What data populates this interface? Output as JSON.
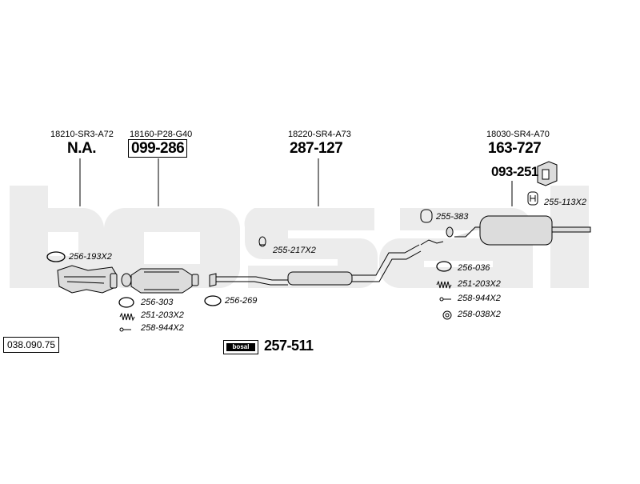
{
  "oem_numbers": {
    "manifold": "18210-SR3-A72",
    "catalyst": "18160-P28-G40",
    "middle": "18220-SR4-A73",
    "rear": "18030-SR4-A70"
  },
  "part_numbers": {
    "manifold": "N.A.",
    "catalyst": "099-286",
    "middle": "287-127",
    "rear": "163-727",
    "rear_bracket": "093-251",
    "kit": "257-511"
  },
  "accessories": {
    "manifold_gasket": "256-193X2",
    "cat_gasket": "256-303",
    "cat_spring": "251-203X2",
    "cat_bolt": "258-944X2",
    "cat_rear_gasket": "256-269",
    "mid_hanger": "255-217X2",
    "rear_hanger_a": "255-383",
    "rear_hanger_b": "255-113X2",
    "rear_gasket": "256-036",
    "rear_spring": "251-203X2",
    "rear_bolt": "258-944X2",
    "rear_nut": "258-038X2"
  },
  "reference": "038.090.75",
  "kit_badge": "bosal",
  "watermark": "bosal",
  "colors": {
    "watermark": "#ececec",
    "line": "#000000",
    "part_fill": "#dcdcdc"
  }
}
